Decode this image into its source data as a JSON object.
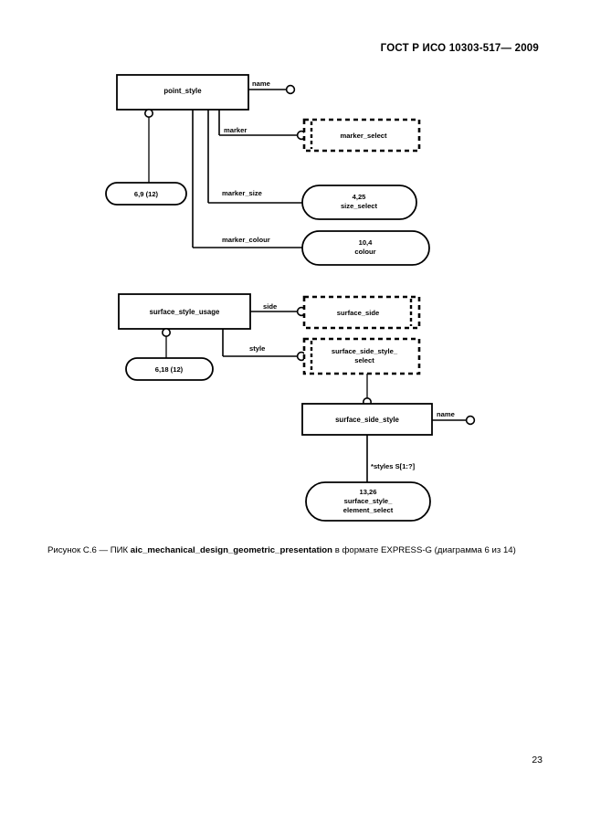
{
  "document": {
    "header": "ГОСТ Р ИСО 10303-517— 2009",
    "page_number": "23"
  },
  "caption": {
    "prefix": "Рисунок С.6 — ПИК ",
    "schema_name": "aic_mechanical_design_geometric_presentation",
    "suffix": " в формате EXPRESS-G (диаграмма 6 из 14)"
  },
  "diagram": {
    "type": "EXPRESS-G",
    "entities": [
      {
        "id": "point_style",
        "label": "point_style",
        "shape": "solid-box"
      },
      {
        "id": "surface_style_usage",
        "label": "surface_style_usage",
        "shape": "solid-box"
      },
      {
        "id": "surface_side_style",
        "label": "surface_side_style",
        "shape": "solid-box"
      }
    ],
    "select_types": [
      {
        "id": "marker_select",
        "label": "marker_select",
        "shape": "dashed-box-select"
      },
      {
        "id": "surface_side",
        "label": "surface_side",
        "shape": "dashed-box-enum"
      },
      {
        "id": "surface_side_style_select",
        "label_line1": "surface_side_style_",
        "label_line2": "select",
        "shape": "dashed-box-select"
      }
    ],
    "page_refs": [
      {
        "id": "ref_6_9",
        "label": "6,9 (12)",
        "shape": "rounded-ref"
      },
      {
        "id": "ref_6_18",
        "label": "6,18 (12)",
        "shape": "rounded-ref"
      },
      {
        "id": "ref_4_25",
        "label_line1": "4,25",
        "label_line2": "size_select",
        "shape": "rounded-ref"
      },
      {
        "id": "ref_10_4",
        "label_line1": "10,4",
        "label_line2": "colour",
        "shape": "rounded-ref"
      },
      {
        "id": "ref_13_26",
        "label_line1": "13,26",
        "label_line2": "surface_style_",
        "label_line3": "element_select",
        "shape": "rounded-ref"
      }
    ],
    "attributes": [
      {
        "id": "attr_name_point_style",
        "label": "name"
      },
      {
        "id": "attr_marker",
        "label": "marker"
      },
      {
        "id": "attr_marker_size",
        "label": "marker_size"
      },
      {
        "id": "attr_marker_colour",
        "label": "marker_colour"
      },
      {
        "id": "attr_side",
        "label": "side"
      },
      {
        "id": "attr_style",
        "label": "style"
      },
      {
        "id": "attr_name_surface_side_style",
        "label": "name"
      },
      {
        "id": "attr_styles",
        "label": "*styles S[1:?]"
      }
    ]
  },
  "colors": {
    "ink": "#000000",
    "paper": "#ffffff"
  }
}
